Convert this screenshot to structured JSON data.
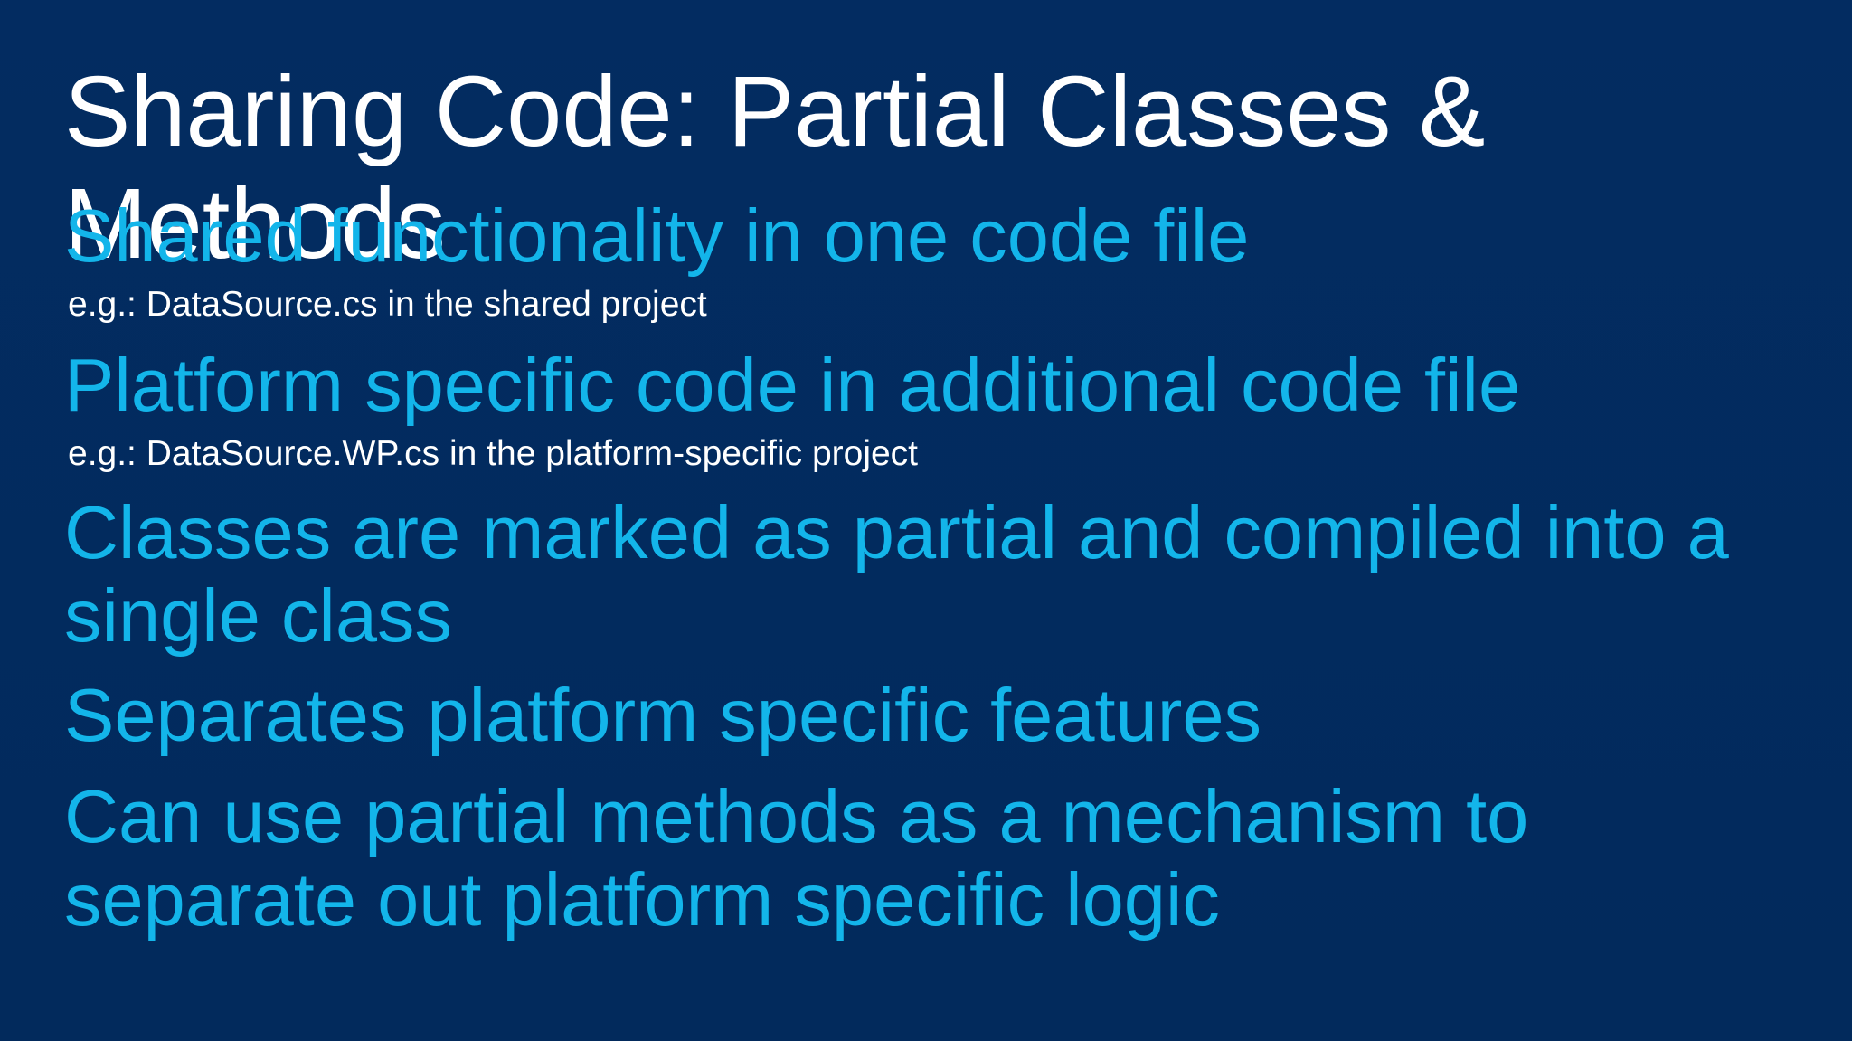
{
  "slide": {
    "title": "Sharing Code: Partial Classes & Methods",
    "bullets": [
      {
        "text": "Shared functionality in one code file",
        "sub": "e.g.: DataSource.cs in the shared project"
      },
      {
        "text": "Platform specific code in additional code file",
        "sub": "e.g.: DataSource.WP.cs in the platform-specific project"
      },
      {
        "line1": "Classes are marked as partial and compiled into a",
        "line2": "single class"
      },
      {
        "text": "Separates platform specific features"
      },
      {
        "line1": "Can use partial methods as a mechanism to",
        "line2": "separate out platform specific logic"
      }
    ],
    "colors": {
      "background": "#022a5c",
      "title": "#ffffff",
      "bullet": "#13b5ea",
      "sub": "#ffffff"
    }
  }
}
